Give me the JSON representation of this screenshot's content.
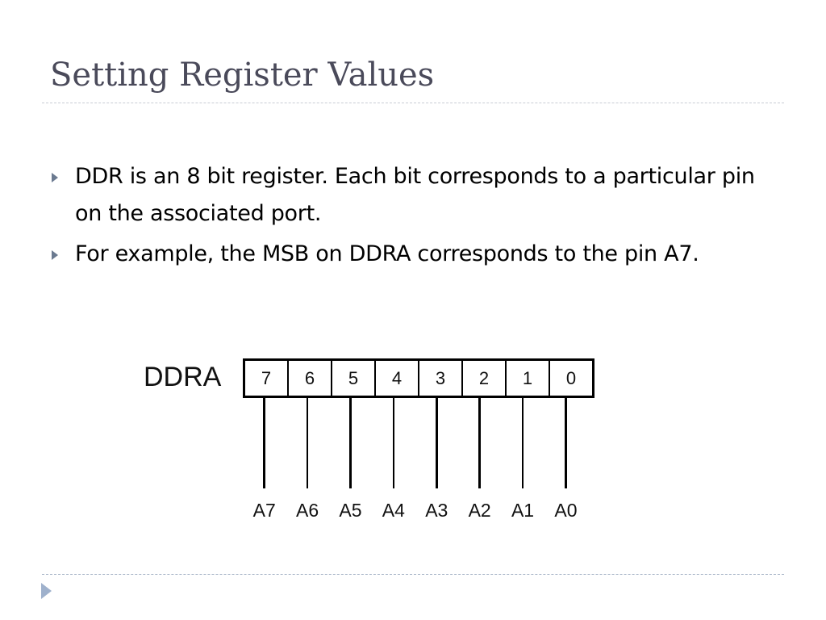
{
  "slide": {
    "title": "Setting Register Values",
    "bullets": [
      {
        "text": "DDR is an 8 bit register. Each bit corresponds to a particular pin on the associated port."
      },
      {
        "text": "For example, the MSB on DDRA corresponds to the pin A7."
      }
    ],
    "colors": {
      "title": "#4a4a5a",
      "bullet_marker": "#6b7a90",
      "rule": "#c8ccd4",
      "nav_arrow": "#9fb1cc"
    }
  },
  "diagram": {
    "register_label": "DDRA",
    "bits": [
      "7",
      "6",
      "5",
      "4",
      "3",
      "2",
      "1",
      "0"
    ],
    "pins": [
      "A7",
      "A6",
      "A5",
      "A4",
      "A3",
      "A2",
      "A1",
      "A0"
    ]
  },
  "navigation": {
    "next_icon": "triangle-right-icon"
  }
}
